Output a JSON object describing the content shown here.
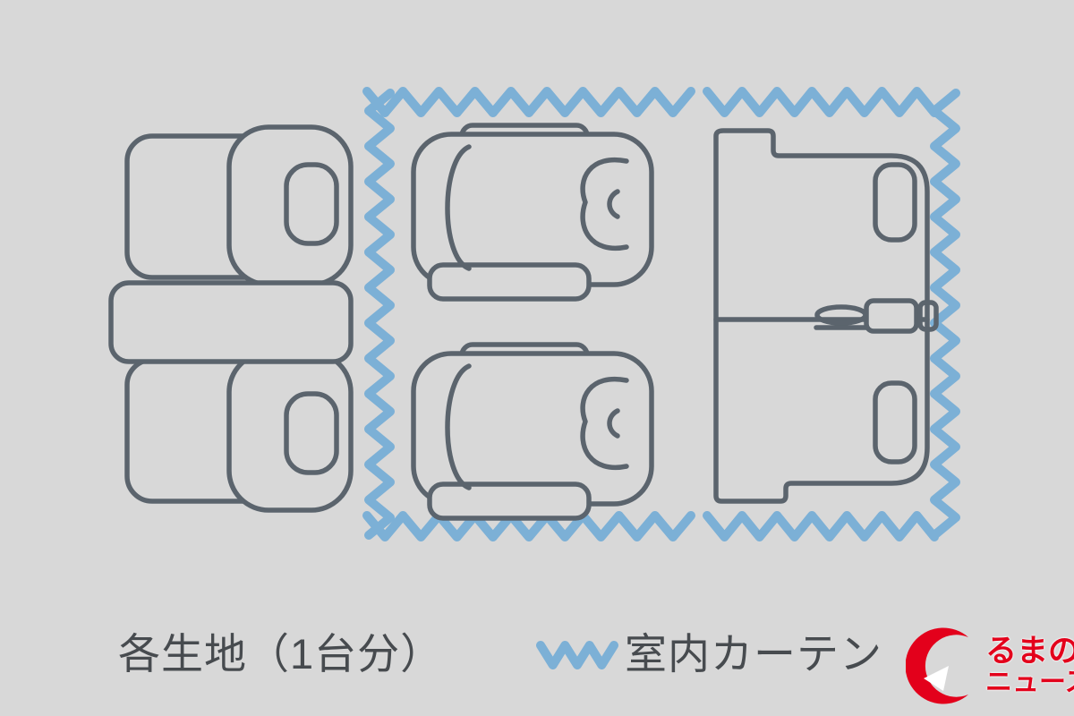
{
  "legend": {
    "fabric_label": "各生地（1台分）",
    "curtain_label": "室内カーテン"
  },
  "logo": {
    "text_line1": "るまの",
    "text_line2": "ニュース"
  },
  "colors": {
    "background": "#d8d8d8",
    "seat_outline": "#5b646d",
    "curtain_blue": "#7cb0d6",
    "label_text": "#474b4f",
    "logo_red": "#e3001b"
  },
  "icons": {
    "curtain_zigzag_icon": "blue zigzag line (curtain marker)",
    "logo_mark_icon": "red crescent swoosh with white arrow"
  },
  "diagram": {
    "seat_groups": [
      {
        "id": "front-seat-pair-top-view",
        "curtain_border": false
      },
      {
        "id": "middle-seat-pair-top-view",
        "curtain_border": true
      },
      {
        "id": "rear-bench-side-view",
        "curtain_border": true
      }
    ]
  }
}
